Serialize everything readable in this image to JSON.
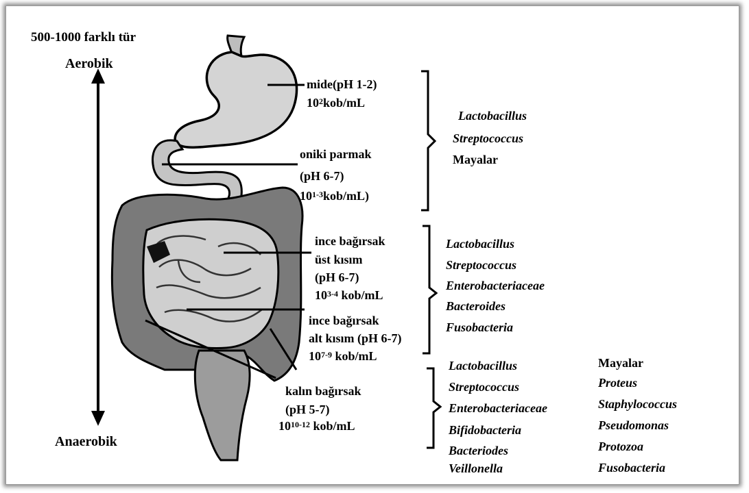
{
  "header": {
    "species_count": "500-1000 farklı tür",
    "top_label": "Aerobik",
    "bottom_label": "Anaerobik"
  },
  "regions": {
    "stomach": {
      "name": "mide(pH 1-2)",
      "base": "10",
      "exp": "2",
      "unit": "kob/mL"
    },
    "duodenum": {
      "name": "oniki parmak",
      "ph": "(pH 6-7)",
      "base": "10",
      "exp": "1-3",
      "unit": "kob/mL)"
    },
    "upper_si": {
      "line1": "ince bağırsak",
      "line2": "üst kısım",
      "ph": "(pH 6-7)",
      "base": "10",
      "exp": "3-4",
      "unit": " kob/mL"
    },
    "lower_si": {
      "line1": "ince bağırsak",
      "line2": "alt kısım (pH 6-7)",
      "base": "10",
      "exp": "7-9",
      "unit": " kob/mL"
    },
    "colon": {
      "line1": "kalın bağırsak",
      "ph": "(pH 5-7)",
      "base": "10",
      "exp": "10-12",
      "unit": " kob/mL"
    }
  },
  "microbes": {
    "group1": [
      "Lactobacillus",
      "Streptococcus",
      "Mayalar"
    ],
    "group2": [
      "Lactobacillus",
      "Streptococcus",
      "Enterobacteriaceae",
      "Bacteroides",
      "Fusobacteria"
    ],
    "group3_col1": [
      "Lactobacillus",
      "Streptococcus",
      "Enterobacteriaceae",
      "Bifidobacteria",
      "Bacteriodes",
      "Veillonella"
    ],
    "group3_col2": [
      "Mayalar",
      "Proteus",
      "Staphylococcus",
      "Pseudomonas",
      "Protozoa",
      "Fusobacteria"
    ]
  }
}
